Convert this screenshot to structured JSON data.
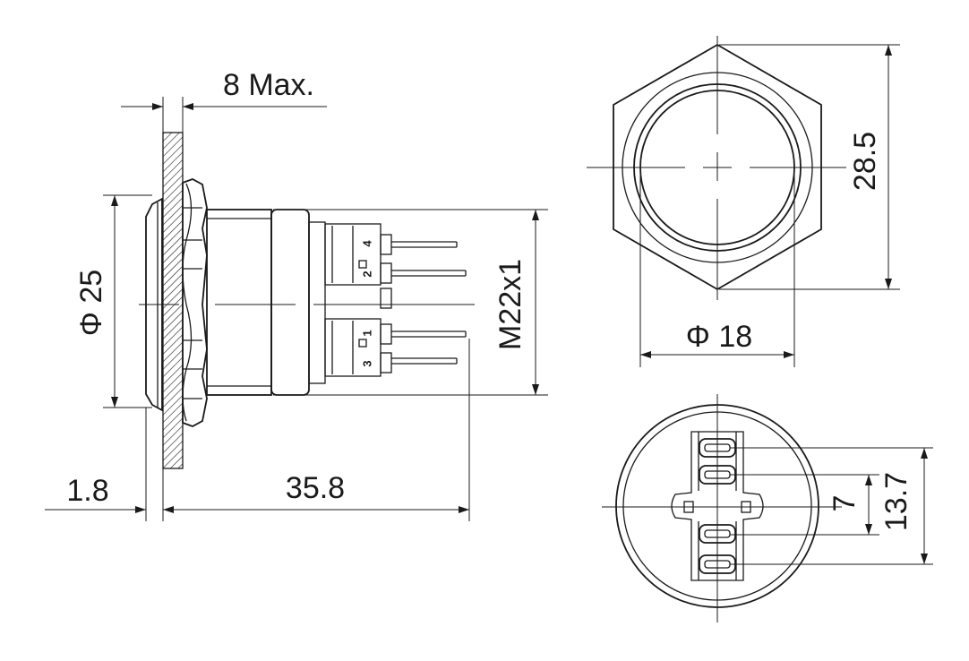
{
  "labels": {
    "max_depth": "8 Max.",
    "flange_diameter": "Φ 25",
    "thread": "M22x1",
    "flange_thickness": "1.8",
    "body_length": "35.8",
    "hex_across_corners": "28.5",
    "button_diameter": "Φ 18",
    "pin_pitch_inner": "7",
    "pin_pitch_outer": "13.7"
  },
  "pins": [
    "4",
    "2",
    "1",
    "3"
  ]
}
